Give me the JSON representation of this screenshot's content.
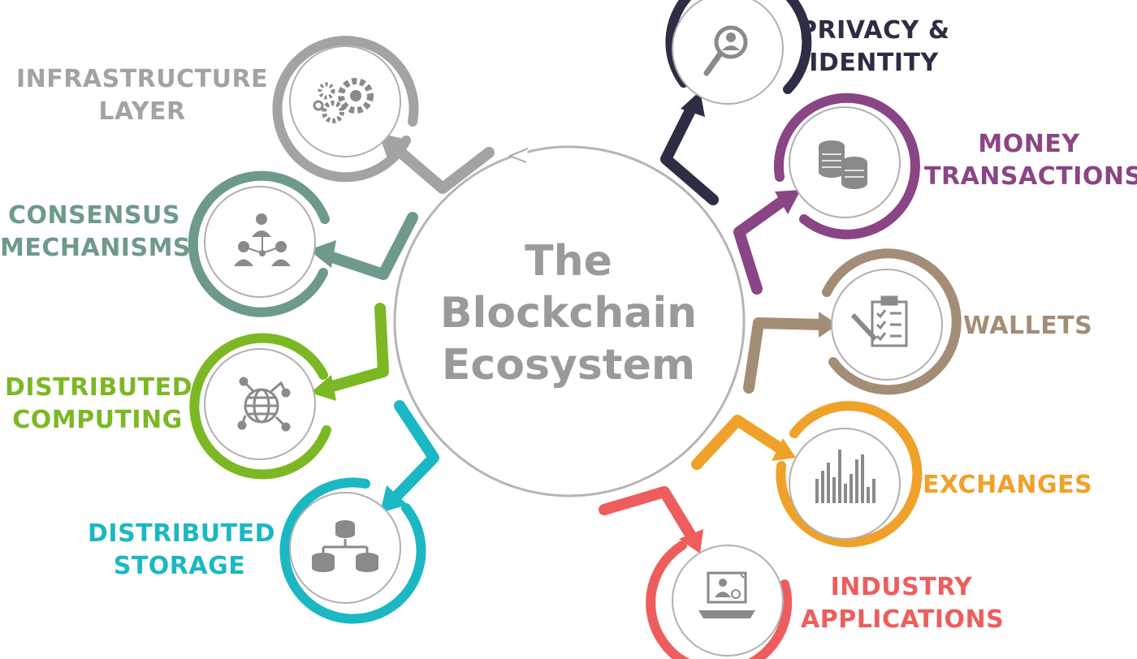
{
  "center": {
    "line1": "The",
    "line2": "Blockchain",
    "line3": "Ecosystem"
  },
  "nodes": [
    {
      "id": "infrastructure",
      "line1": "INFRASTRUCTURE",
      "line2": "LAYER",
      "color": "#a3a3a3",
      "icon": "gears-icon"
    },
    {
      "id": "consensus",
      "line1": "CONSENSUS",
      "line2": "MECHANISMS",
      "color": "#6e9a89",
      "icon": "people-network-icon"
    },
    {
      "id": "computing",
      "line1": "DISTRIBUTED",
      "line2": "COMPUTING",
      "color": "#7cb824",
      "icon": "globe-network-icon"
    },
    {
      "id": "storage",
      "line1": "DISTRIBUTED",
      "line2": "STORAGE",
      "color": "#1bb8c3",
      "icon": "database-tree-icon"
    },
    {
      "id": "privacy",
      "line1": "PRIVACY &",
      "line2": "IDENTITY",
      "color": "#2d2d44",
      "icon": "magnifier-user-icon"
    },
    {
      "id": "money",
      "line1": "MONEY",
      "line2": "TRANSACTIONS",
      "color": "#8a4585",
      "icon": "coins-icon"
    },
    {
      "id": "wallets",
      "line1": "WALLETS",
      "line2": "",
      "color": "#a48d76",
      "icon": "clipboard-checklist-icon"
    },
    {
      "id": "exchanges",
      "line1": "EXCHANGES",
      "line2": "",
      "color": "#f0a12a",
      "icon": "bar-chart-icon"
    },
    {
      "id": "industry",
      "line1": "INDUSTRY",
      "line2": "APPLICATIONS",
      "color": "#ee5d5d",
      "icon": "computer-user-icon"
    }
  ]
}
